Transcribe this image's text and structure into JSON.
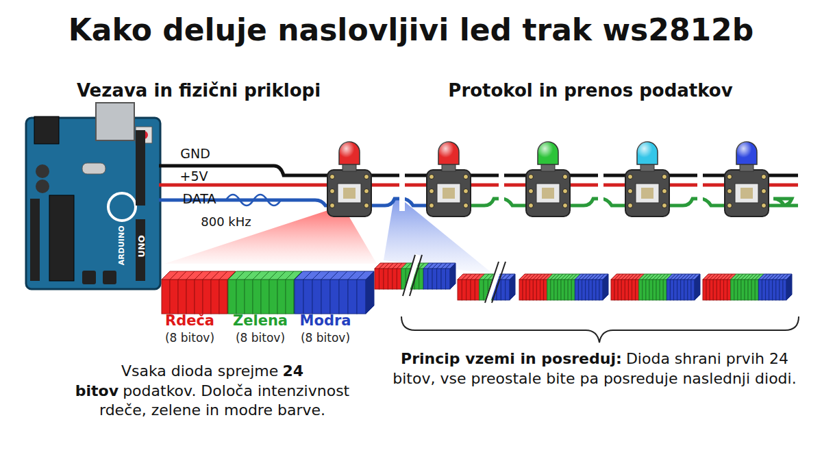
{
  "diagram": {
    "title": "Kako deluje naslovljivi led trak ws2812b",
    "labels": [
      "Vezava in fizični priklopi",
      "Protokol in prenos podatkov",
      "GND",
      "+5V",
      "DATA",
      "800 kHz",
      "ARDUINO",
      "UNO",
      "Rdeča",
      "(8 bitov)",
      "Zelena",
      "(8 bitov)",
      "Modra",
      "(8 bitov)",
      "Vsaka dioda sprejme",
      "24 bitov",
      "podatkov. Določa intenzivnost rdeče, zelene in modre barve.",
      "Princip vzemi in posreduj:",
      "Dioda shrani prvih 24 bitov, vse preostale bite pa posreduje naslednji diodi."
    ]
  }
}
